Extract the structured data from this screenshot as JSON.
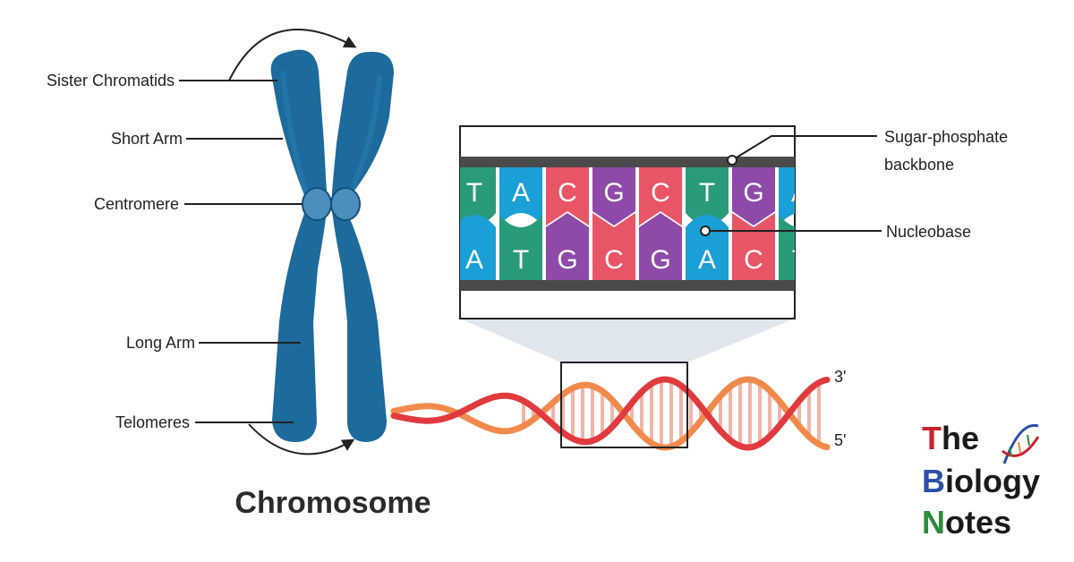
{
  "labels": {
    "sister_chromatids": "Sister Chromatids",
    "short_arm": "Short Arm",
    "centromere": "Centromere",
    "long_arm": "Long Arm",
    "telomeres": "Telomeres",
    "sugar_phosphate_1": "Sugar-phosphate",
    "sugar_phosphate_2": "backbone",
    "nucleobase": "Nucleobase",
    "three_prime": "3'",
    "five_prime": "5'",
    "title": "Chromosome"
  },
  "dna_bases": {
    "top": [
      "T",
      "A",
      "C",
      "G",
      "C",
      "T",
      "G",
      "A"
    ],
    "bottom": [
      "A",
      "T",
      "G",
      "C",
      "G",
      "A",
      "C",
      "T"
    ]
  },
  "colors": {
    "chromosome": "#1d6a9c",
    "adenine": "#1a9fd6",
    "thymine": "#2a9b7a",
    "cytosine": "#e85566",
    "guanine": "#8e4aa8",
    "backbone": "#4a4a4a",
    "strand_red": "#e03a3e",
    "strand_orange": "#f08a4b"
  },
  "logo": {
    "the_initial": "T",
    "the_rest": "he",
    "biology_initial": "B",
    "biology_rest": "iology",
    "notes_initial": "N",
    "notes_rest": "otes",
    "the_color": "#c8232c",
    "biology_color": "#2b4fa8",
    "notes_color": "#2e8b3a"
  }
}
